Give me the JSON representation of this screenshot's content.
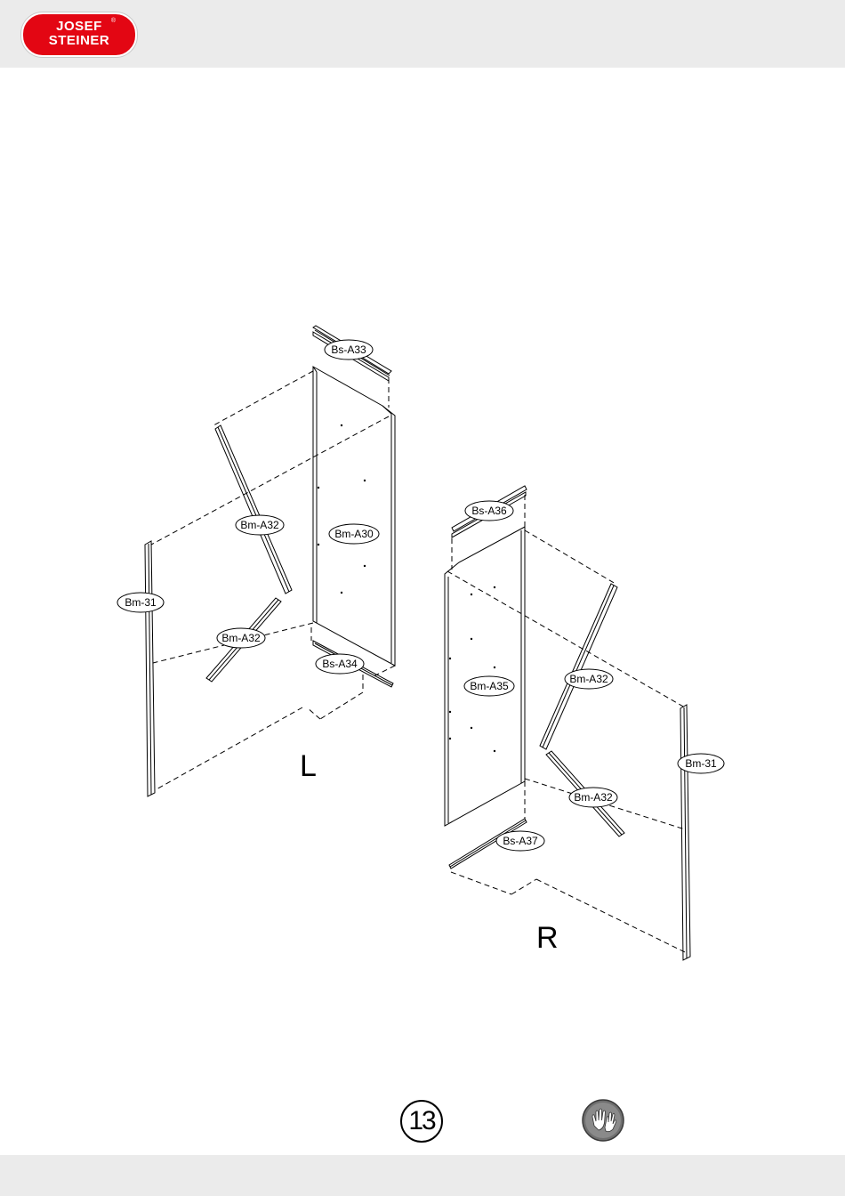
{
  "brand": {
    "line1": "JOSEF",
    "line2": "STEINER",
    "reg": "®",
    "color": "#e30613"
  },
  "labels": {
    "bs_a33": "Bs-A33",
    "bm_a32_left_upper": "Bm-A32",
    "bm_a30": "Bm-A30",
    "bm_31_left": "Bm-31",
    "bm_a32_left_lower": "Bm-A32",
    "bs_a34": "Bs-A34",
    "bs_a36": "Bs-A36",
    "bm_a35": "Bm-A35",
    "bm_a32_right_upper": "Bm-A32",
    "bm_31_right": "Bm-31",
    "bm_a32_right_lower": "Bm-A32",
    "bs_a37": "Bs-A37"
  },
  "side_left": "L",
  "side_right": "R",
  "step_number": "13",
  "icons": {
    "safety": "gloves-icon"
  }
}
